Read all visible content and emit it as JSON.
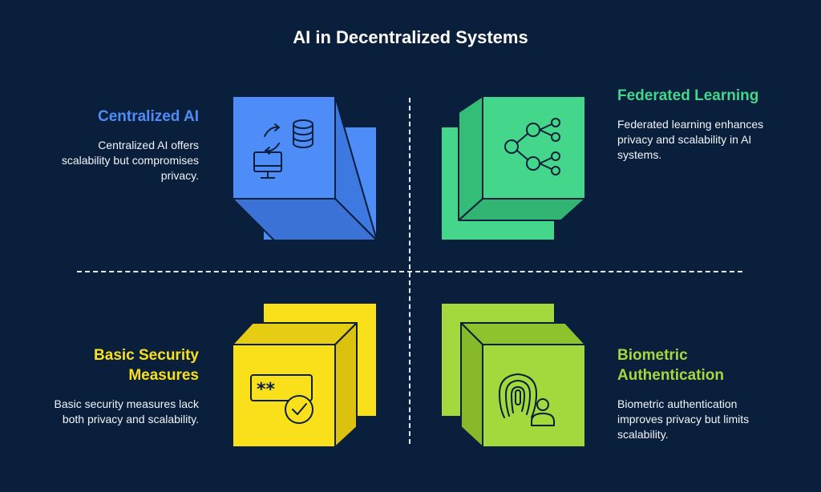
{
  "title": "AI in Decentralized Systems",
  "quadrants": [
    {
      "heading": "Centralized AI",
      "body": "Centralized AI offers scalability but compromises privacy.",
      "color": "#4e8df7",
      "icons": [
        "sync-arrows-icon",
        "database-icon",
        "monitor-icon"
      ]
    },
    {
      "heading": "Federated Learning",
      "body": "Federated learning enhances privacy and scalability in AI systems.",
      "color": "#44d68b",
      "icons": [
        "network-nodes-icon"
      ]
    },
    {
      "heading": "Basic Security Measures",
      "body": "Basic security measures lack both privacy and scalability.",
      "color": "#f9e01b",
      "icons": [
        "password-field-icon",
        "check-circle-icon"
      ]
    },
    {
      "heading": "Biometric Authentication",
      "body": "Biometric authentication improves privacy but limits scalability.",
      "color": "#a3d93c",
      "icons": [
        "fingerprint-icon",
        "user-icon"
      ]
    }
  ]
}
